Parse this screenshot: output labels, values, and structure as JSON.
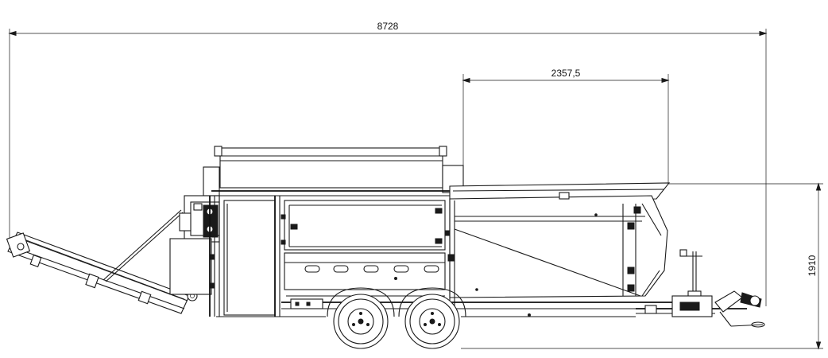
{
  "dimensions": {
    "overall_length": "8728",
    "hopper_length": "2357,5",
    "height": "1910"
  },
  "colors": {
    "line": "#1a1a1a",
    "background": "#ffffff"
  }
}
